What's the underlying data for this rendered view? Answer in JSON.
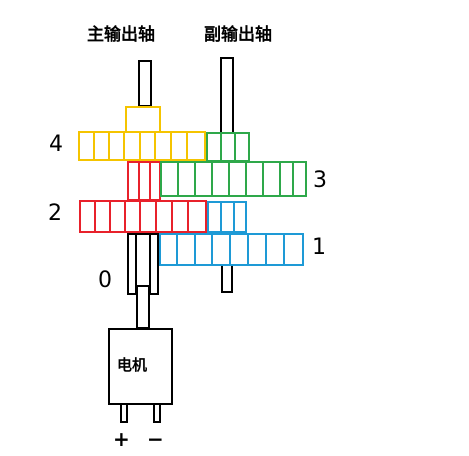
{
  "labels": {
    "main_shaft": "主输出轴",
    "aux_shaft": "副输出轴",
    "motor": "电机",
    "plus": "+",
    "minus": "−"
  },
  "gear_numbers": {
    "g4": "4",
    "g3": "3",
    "g2": "2",
    "g1": "1",
    "g0": "0"
  },
  "colors": {
    "gear4": "#f5c400",
    "gear3": "#2ea84a",
    "gear2": "#e8212b",
    "gear1": "#1e9ad6",
    "outline": "#000000"
  }
}
